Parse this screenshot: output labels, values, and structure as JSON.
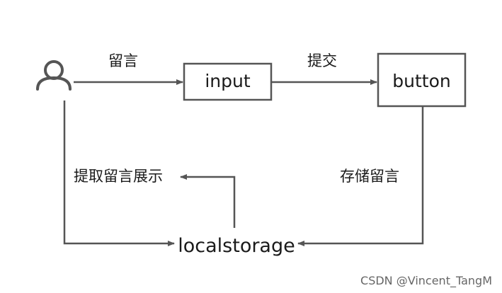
{
  "diagram": {
    "nodes": {
      "input_box": "input",
      "button_box": "button",
      "storage": "localstorage"
    },
    "edges": {
      "user_to_input": "留言",
      "input_to_button": "提交",
      "button_to_storage": "存储留言",
      "storage_to_user": "提取留言展示"
    },
    "icons": {
      "user": "user-icon"
    },
    "colors": {
      "stroke": "#555555",
      "text": "#1a1a1a",
      "watermark": "#666666",
      "background": "#ffffff"
    }
  },
  "watermark": "CSDN @Vincent_TangM"
}
